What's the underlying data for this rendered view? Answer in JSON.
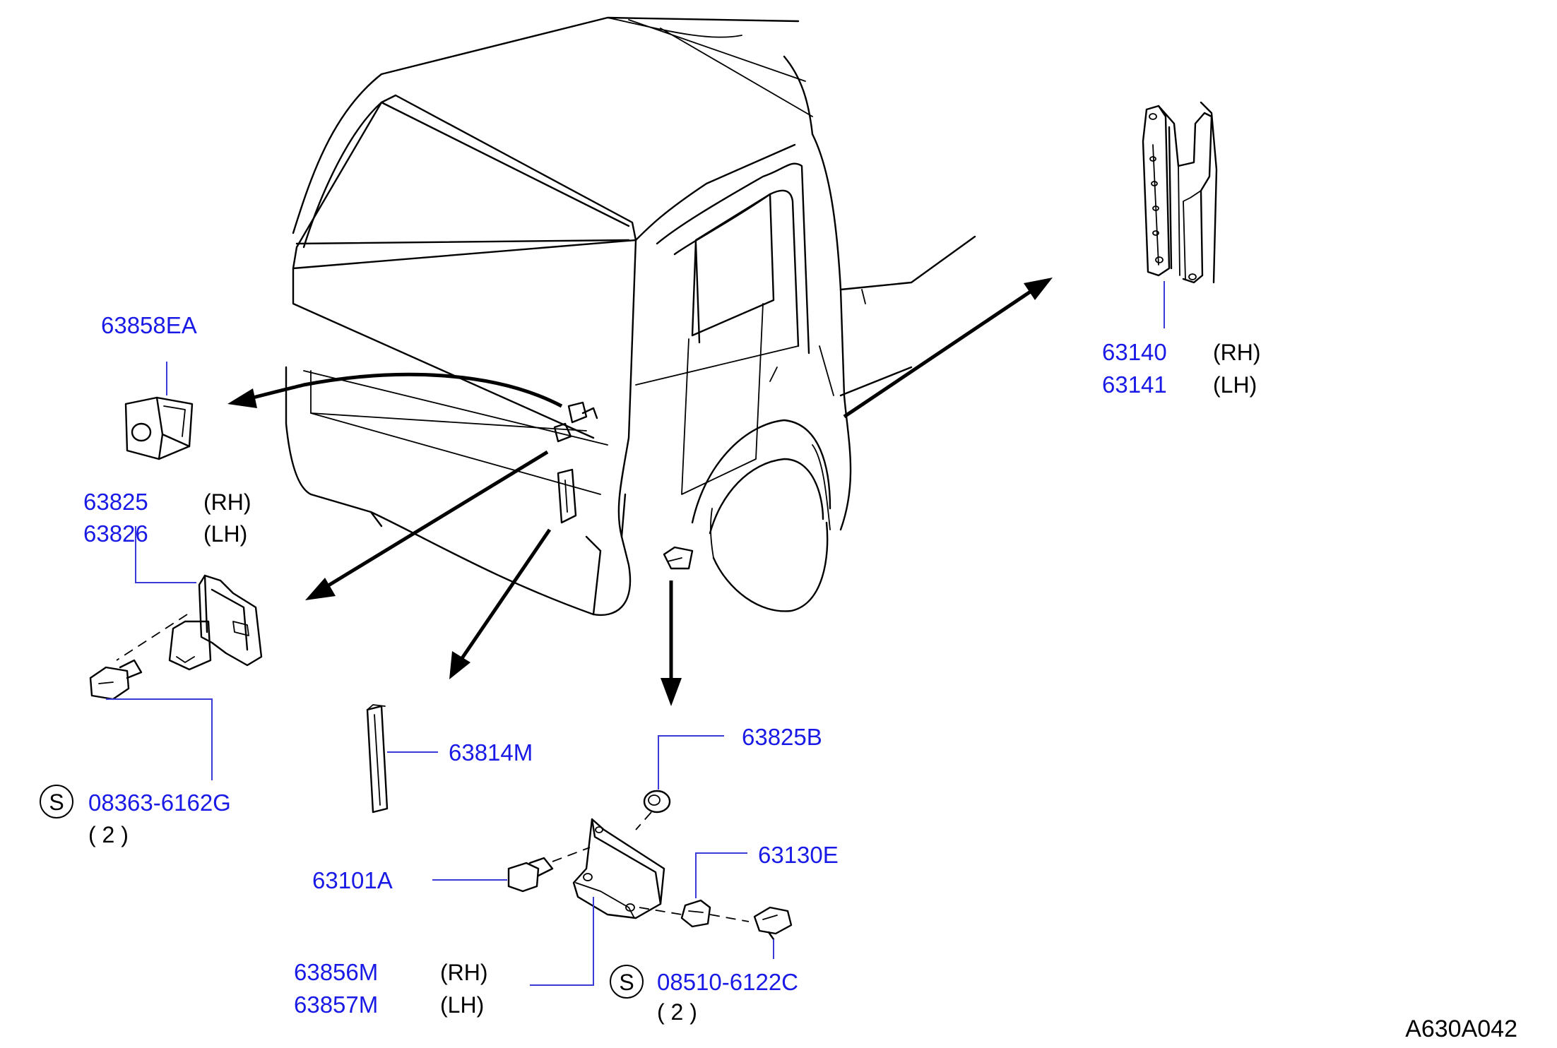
{
  "diagram": {
    "drawing_code": "A630A042",
    "callouts": {
      "c63858EA": {
        "part": "63858EA"
      },
      "c63825": {
        "part": "63825",
        "note": "(RH)"
      },
      "c63826": {
        "part": "63826",
        "note": "(LH)"
      },
      "c08363": {
        "symbol": "S",
        "part": "08363-6162G",
        "qty": "( 2 )"
      },
      "c63814M": {
        "part": "63814M"
      },
      "c63825B": {
        "part": "63825B"
      },
      "c63130E": {
        "part": "63130E"
      },
      "c63101A": {
        "part": "63101A"
      },
      "c63856M": {
        "part": "63856M",
        "note": "(RH)"
      },
      "c63857M": {
        "part": "63857M",
        "note": "(LH)"
      },
      "c08510": {
        "symbol": "S",
        "part": "08510-6122C",
        "qty": "( 2 )"
      },
      "c63140": {
        "part": "63140",
        "note": "(RH)"
      },
      "c63141": {
        "part": "63141",
        "note": "(LH)"
      }
    },
    "colors": {
      "part_number": "#1a1ae6",
      "leader_line": "#3a3ad9",
      "line_art": "#000000"
    }
  }
}
